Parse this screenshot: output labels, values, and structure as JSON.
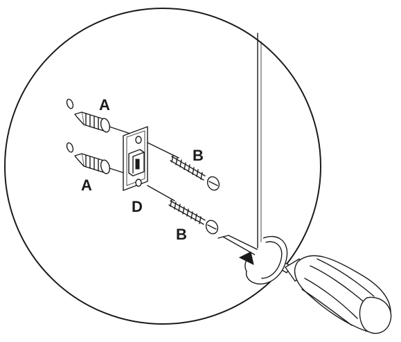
{
  "labels": {
    "anchor_top": "A",
    "anchor_bottom": "A",
    "screw_top": "B",
    "screw_bottom": "B",
    "strike_plate": "D"
  },
  "icons": {
    "rotation_arrow": "rotate-clockwise-icon"
  },
  "colors": {
    "line": "#1a1a1a",
    "background": "#ffffff"
  }
}
